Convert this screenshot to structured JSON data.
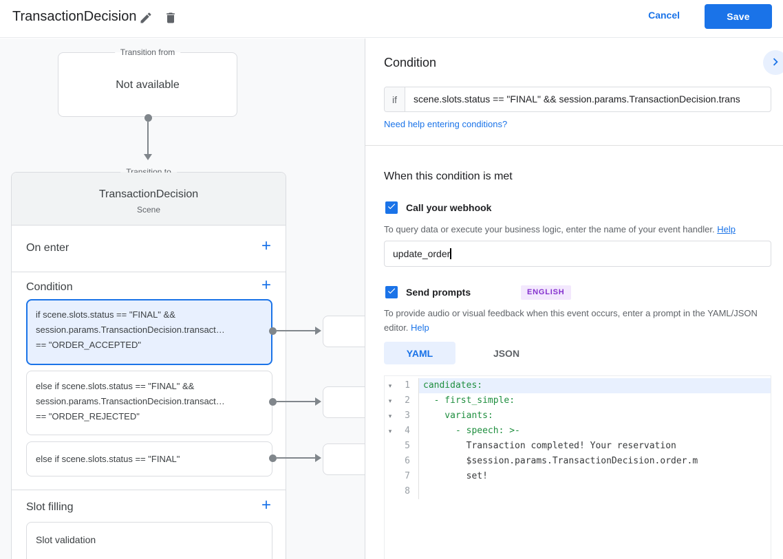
{
  "colors": {
    "accent": "#1a73e8",
    "accent_light": "#e8f0fe",
    "badge_bg": "#f3e8fd",
    "badge_text": "#8430ce",
    "code_key_green": "#1e8e3e",
    "diagram_bg": "#f8f9fa"
  },
  "icons": {
    "plus": "+",
    "fold": "▾"
  },
  "header": {
    "title": "TransactionDecision",
    "cancel": "Cancel",
    "save": "Save"
  },
  "diagram": {
    "from_box": {
      "legend": "Transition from",
      "text": "Not available"
    },
    "to_card": {
      "legend": "Transition to",
      "title": "TransactionDecision",
      "type": "Scene",
      "on_enter_label": "On enter",
      "condition_label": "Condition",
      "slot_filling_label": "Slot filling",
      "slot_card_label": "Slot validation",
      "conditions": [
        {
          "selected": true,
          "lines": [
            "if scene.slots.status == \"FINAL\" &&",
            "session.params.TransactionDecision.transact…",
            "== \"ORDER_ACCEPTED\""
          ]
        },
        {
          "selected": false,
          "lines": [
            "else if scene.slots.status == \"FINAL\" &&",
            "session.params.TransactionDecision.transact…",
            "== \"ORDER_REJECTED\""
          ]
        },
        {
          "selected": false,
          "lines": [
            "else if scene.slots.status == \"FINAL\""
          ]
        }
      ]
    }
  },
  "panel": {
    "title": "Condition",
    "if_label": "if",
    "if_value": "scene.slots.status == \"FINAL\" && session.params.TransactionDecision.trans",
    "conditions_help": "Need help entering conditions?",
    "when_title": "When this condition is met",
    "webhook": {
      "label": "Call your webhook",
      "description": "To query data or execute your business logic, enter the name of your event handler.",
      "help": "Help",
      "value": "update_order"
    },
    "prompts": {
      "label": "Send prompts",
      "badge": "ENGLISH",
      "description": "To provide audio or visual feedback when this event occurs, enter a prompt in the YAML/JSON editor.",
      "help": "Help"
    },
    "tabs": {
      "yaml": "YAML",
      "json": "JSON"
    },
    "editor": {
      "lines": [
        {
          "num": "1",
          "text": "candidates:"
        },
        {
          "num": "2",
          "text": "  - first_simple:"
        },
        {
          "num": "3",
          "text": "    variants:"
        },
        {
          "num": "4",
          "text": "      - speech: >-"
        },
        {
          "num": "5",
          "text": "        Transaction completed! Your reservation"
        },
        {
          "num": "6",
          "text": "        $session.params.TransactionDecision.order.m"
        },
        {
          "num": "7",
          "text": "        set!"
        },
        {
          "num": "8",
          "text": ""
        }
      ]
    }
  }
}
